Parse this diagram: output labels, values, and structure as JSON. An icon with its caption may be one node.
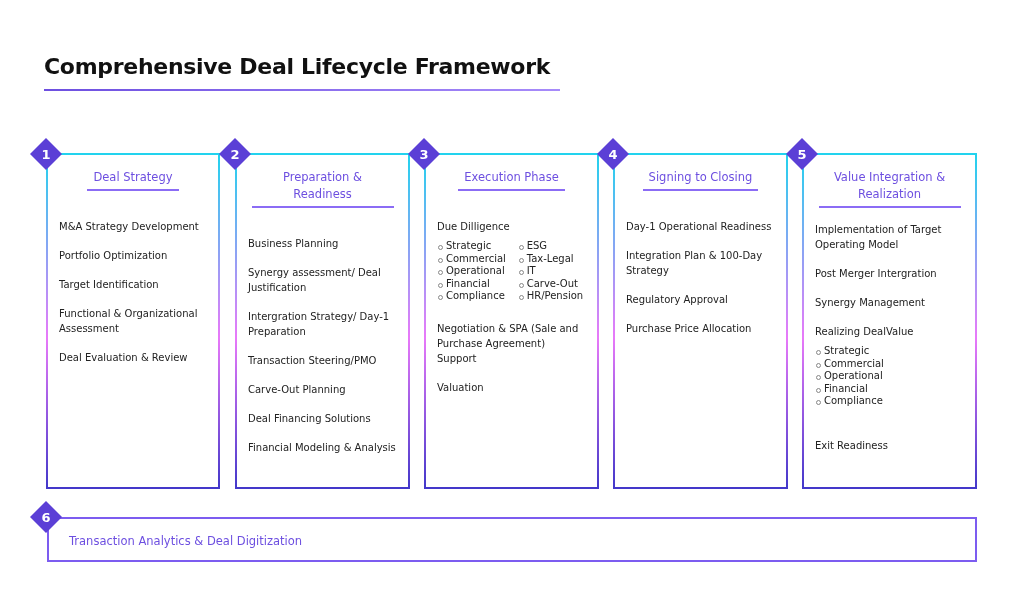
{
  "diagram": {
    "title": "Comprehensive Deal Lifecycle Framework",
    "nodes": [
      {
        "text": [
          "1"
        ]
      },
      {
        "text": [
          "Deal Strategy",
          "M&A Strategy Development",
          "Portfolio Optimization",
          "Target Identification",
          "Functional & Organizational Assessment",
          "Deal Evaluation & Review"
        ]
      },
      {
        "text": [
          "2"
        ]
      },
      {
        "text": [
          "Preparation & Readiness",
          "Business Planning",
          "Synergy assessment/ Deal Justification",
          "Intergration Strategy/ Day-1 Preparation",
          "Transaction Steering/PMO",
          "Carve-Out Planning",
          "Deal Financing Solutions",
          "Financial Modeling & Analysis"
        ]
      },
      {
        "text": [
          "3"
        ]
      },
      {
        "text": [
          "Execution Phase",
          "Due Dilligence",
          "Strategic",
          "Commercial",
          "Operational",
          "Financial",
          "Compliance",
          "ESG",
          "Tax-Legal",
          "IT",
          "Carve-Out",
          "HR/Pension",
          "Negotiation & SPA (Sale and Purchase Agreement) Support",
          "Valuation"
        ]
      },
      {
        "text": [
          "4"
        ]
      },
      {
        "text": [
          "Signing to Closing",
          "Day-1 Operational Readiness",
          "Integration Plan & 100-Day Strategy",
          "Regulatory Approval",
          "Purchase Price Allocation"
        ]
      },
      {
        "text": [
          "5"
        ]
      },
      {
        "text": [
          "Value Integration & Realization",
          "Implementation of Target Operating Model",
          "Post Merger Intergration",
          "Synergy Management",
          "Realizing DealValue",
          "Strategic",
          "Commercial",
          "Operational",
          "Financial",
          "Compliance",
          "Exit Readiness"
        ]
      },
      {
        "text": [
          "6"
        ]
      },
      {
        "text": [
          "Transaction Analytics & Deal Digitization"
        ]
      }
    ],
    "edges": []
  }
}
